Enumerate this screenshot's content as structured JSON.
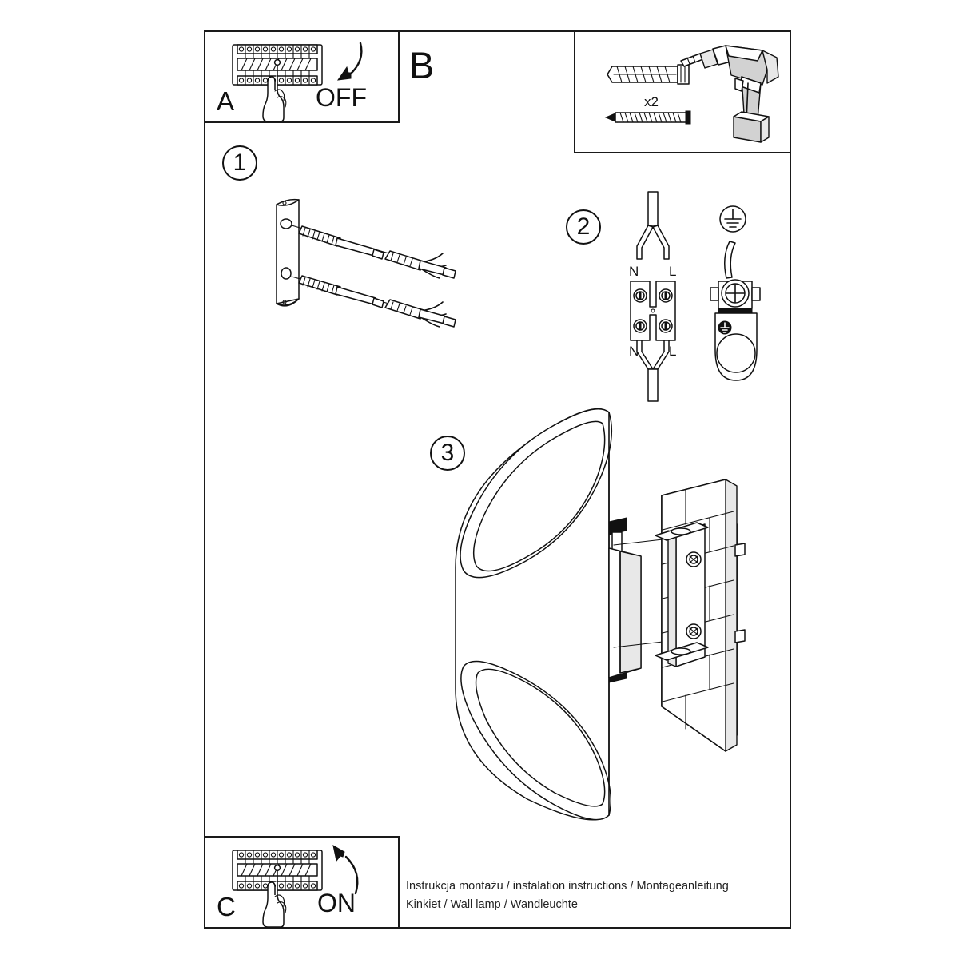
{
  "document": {
    "type": "assembly-instruction-sheet",
    "caption_line1": "Instrukcja montażu / instalation instructions / Montageanleitung",
    "caption_line2": "Kinkiet / Wall lamp / Wandleuchte"
  },
  "panels": {
    "a": {
      "letter": "A",
      "action_label": "OFF",
      "icon": "circuit-breaker-panel-with-hand",
      "arrow": "curved-arrow-down-left"
    },
    "b": {
      "letter": "B",
      "quantity_label": "x2",
      "icons": [
        "wall-plug-anchor",
        "wood-screw",
        "power-drill"
      ]
    },
    "c": {
      "letter": "C",
      "action_label": "ON",
      "icon": "circuit-breaker-panel-with-hand",
      "arrow": "curved-arrow-up-left"
    }
  },
  "steps": [
    {
      "number": "1",
      "icon": "mounting-bracket-with-screws-and-anchors",
      "description": "mount bracket plate with two screws and wall anchors"
    },
    {
      "number": "2",
      "icon": "terminal-block-wiring",
      "terminal_labels": {
        "top_left": "N",
        "top_right": "L",
        "bottom_left": "N",
        "bottom_right": "L"
      },
      "earth_symbol": "earth-ground-symbol",
      "description": "connect neutral and live wires to the terminal block, attach earth wire"
    },
    {
      "number": "3",
      "icon": "wall-lamp-mounted-on-brick-wall",
      "description": "attach the lamp body onto the bracket fixed to the wall"
    }
  ],
  "colors": {
    "line": "#111111",
    "fill": "#ffffff",
    "shade_light": "#e8e8e8",
    "shade_mid": "#d2d2d2"
  }
}
